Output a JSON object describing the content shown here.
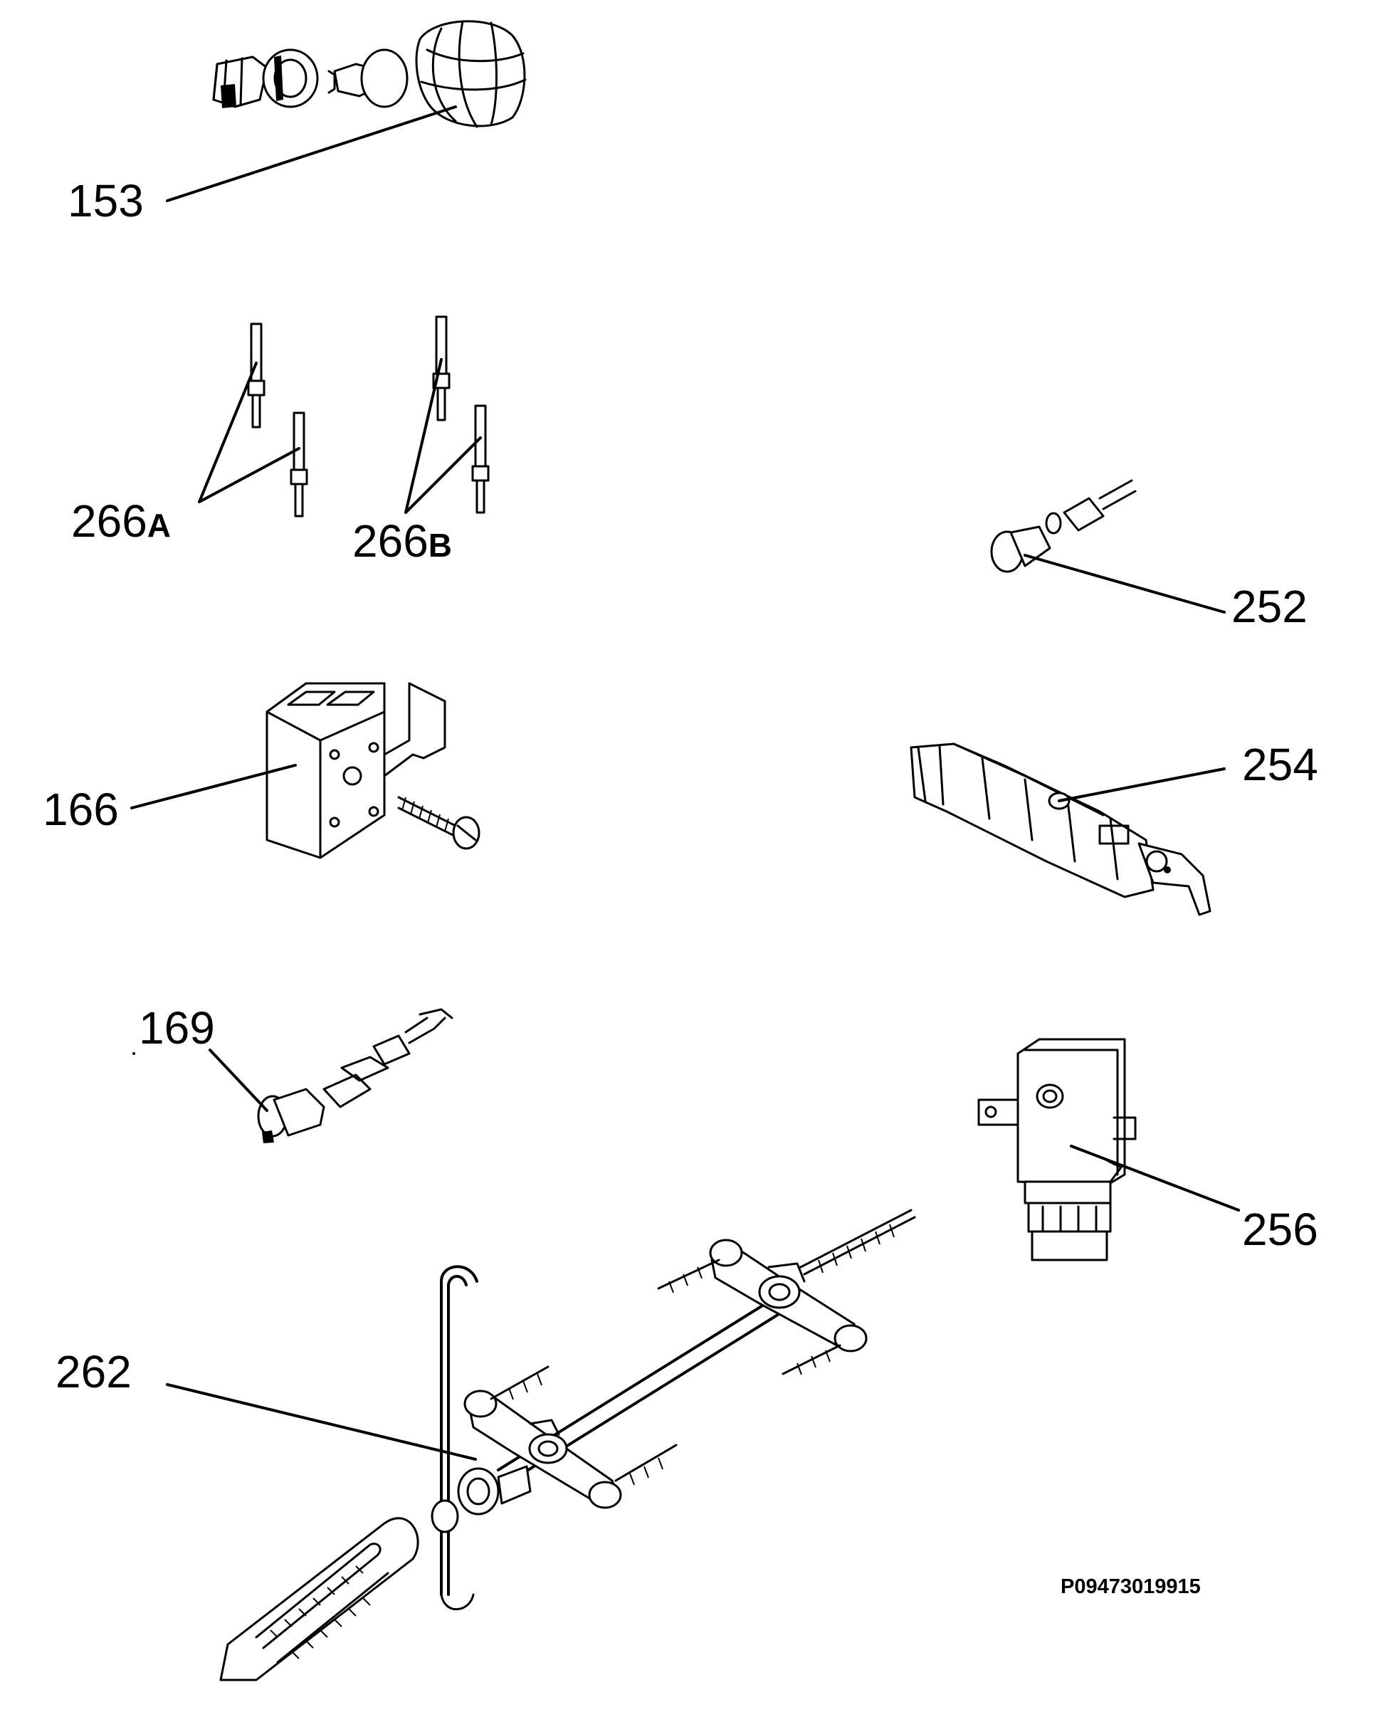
{
  "diagram": {
    "labels": {
      "l153": "153",
      "l266a": "266",
      "l266a_suffix": "A",
      "l266b": "266",
      "l266b_suffix": "B",
      "l252": "252",
      "l166": "166",
      "l254": "254",
      "l169": "169",
      "l256": "256",
      "l262": "262"
    },
    "drawing_code": "P09473019915"
  }
}
